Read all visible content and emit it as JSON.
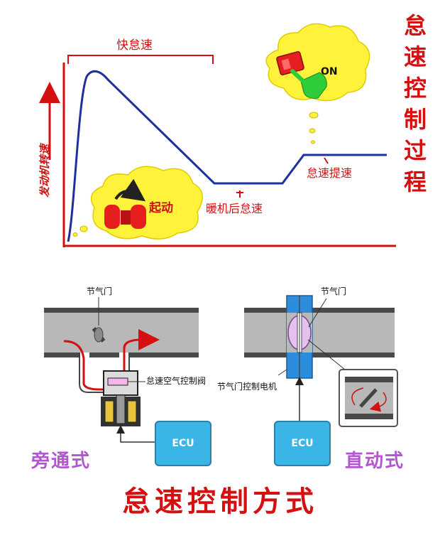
{
  "chart": {
    "y_axis_label": "发动机转速",
    "fast_idle_label": "快怠速",
    "start_label": "起动",
    "warm_idle_label": "暖机后怠速",
    "idle_up_label": "怠速提速",
    "on_label": "ON",
    "side_title": [
      "怠",
      "速",
      "控",
      "制",
      "过",
      "程"
    ]
  },
  "bypass": {
    "throttle_label": "节气门",
    "valve_label": "怠速空气控制阀",
    "ecu_label": "ECU",
    "type_label": "旁通式"
  },
  "direct": {
    "throttle_label": "节气门",
    "motor_label": "节气门控制电机",
    "ecu_label": "ECU",
    "type_label": "直动式"
  },
  "footer": {
    "title": "怠速控制方式"
  },
  "colors": {
    "accent_red": "#d41010",
    "curve_blue": "#1f2f9e",
    "ecu_blue": "#3bb4e6",
    "cloud_yellow": "#fff23a",
    "purple": "#b455d1"
  }
}
